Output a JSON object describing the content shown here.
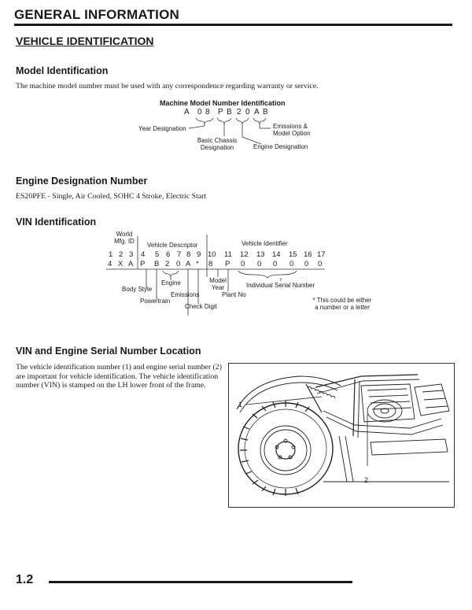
{
  "header": {
    "chapter_title": "GENERAL INFORMATION",
    "section_title": "VEHICLE IDENTIFICATION"
  },
  "model_identification": {
    "heading": "Model Identification",
    "text": "The machine model number must be used with any correspondence regarding warranty or service.",
    "diagram": {
      "title": "Machine Model Number Identification",
      "chars": [
        "A",
        "0",
        "8",
        "P",
        "B",
        "2",
        "0",
        "A",
        "B"
      ],
      "labels": {
        "year": "Year Designation",
        "chassis_line1": "Basic Chassis",
        "chassis_line2": "Designation",
        "engine": "Engine Designation",
        "emissions_line1": "Emissions &",
        "emissions_line2": "Model Option"
      }
    }
  },
  "engine_designation": {
    "heading": "Engine Designation Number",
    "text": "ES20PFE - Single, Air Cooled, SOHC 4 Stroke, Electric Start"
  },
  "vin_identification": {
    "heading": "VIN Identification",
    "group_labels": {
      "world_line1": "World",
      "world_line2": "Mfg. ID",
      "descriptor": "Vehicle Descriptor",
      "identifier": "Vehicle Identifier"
    },
    "positions": [
      "1",
      "2",
      "3",
      "4",
      "5",
      "6",
      "7",
      "8",
      "9",
      "10",
      "11",
      "12",
      "13",
      "14",
      "15",
      "16",
      "17"
    ],
    "chars": [
      "4",
      "X",
      "A",
      "P",
      "B",
      "2",
      "0",
      "A",
      "*",
      "8",
      "P",
      "0",
      "0",
      "0",
      "0",
      "0",
      "0"
    ],
    "callouts": {
      "body_style": "Body Style",
      "engine": "Engine",
      "powertrain": "Powertrain",
      "emissions": "Emissions",
      "check_digit": "Check Digit",
      "model_year_line1": "Model",
      "model_year_line2": "Year",
      "plant_no": "Plant No",
      "serial": "Individual Serial Number"
    },
    "footnote_line1": "* This could be either",
    "footnote_line2": "a number or a letter"
  },
  "serial_location": {
    "heading": "VIN and Engine Serial Number Location",
    "text_lines": [
      "The vehicle identification number (1) and engine serial number (2)",
      "are important for vehicle identification. The vehicle identification",
      "number (VIN) is stamped on the LH lower front of the frame."
    ],
    "figure_callouts": [
      "1",
      "2"
    ]
  },
  "footer": {
    "page_number": "1.2"
  }
}
